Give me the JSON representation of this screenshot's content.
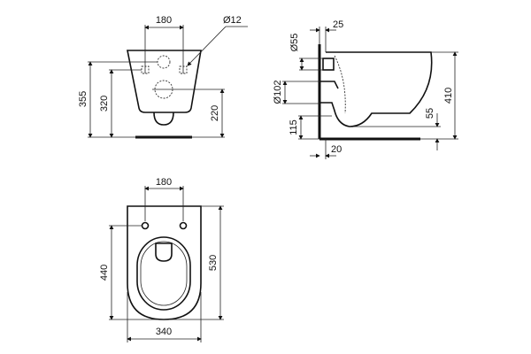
{
  "front_view": {
    "hole_spacing": "180",
    "hole_diameter": "Ø12",
    "fixing_height_upper": "355",
    "fixing_height_lower": "320",
    "waste_height": "220"
  },
  "side_view": {
    "wall_offset_top": "25",
    "inlet_diameter": "Ø55",
    "outlet_diameter": "Ø102",
    "outlet_height": "115",
    "wall_offset_bottom": "20",
    "overall_height": "410",
    "rim_to_floor": "55"
  },
  "top_view": {
    "hole_spacing": "180",
    "hole_to_front": "440",
    "overall_length": "530",
    "overall_width": "340"
  },
  "colors": {
    "line": "#111111",
    "background": "#ffffff"
  }
}
